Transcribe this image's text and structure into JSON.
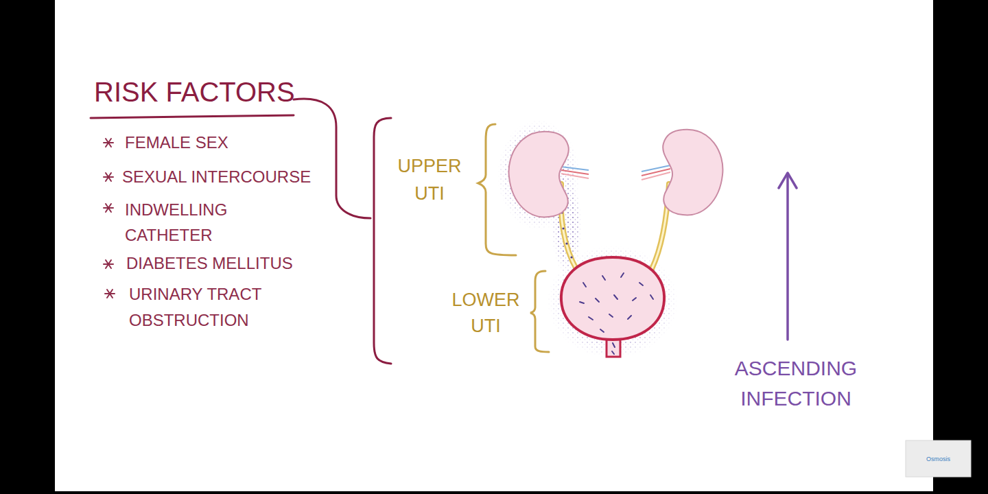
{
  "diagram": {
    "title": "RISK FACTORS",
    "labels": [
      "FEMALE SEX",
      "SEXUAL INTERCOURSE",
      "INDWELLING CATHETER",
      "DIABETES MELLITUS",
      "URINARY TRACT OBSTRUCTION",
      "UPPER UTI",
      "LOWER UTI",
      "ASCENDING INFECTION",
      "Osmosis"
    ]
  }
}
